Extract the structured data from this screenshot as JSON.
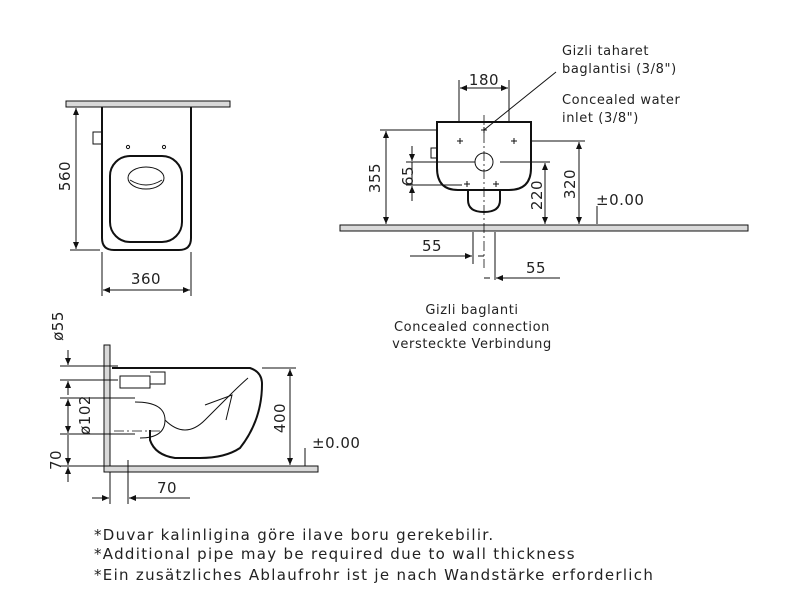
{
  "front_view": {
    "height_label": "560",
    "width_label": "360"
  },
  "rear_view": {
    "width_label": "180",
    "height_355": "355",
    "height_65": "65",
    "height_220": "220",
    "height_320": "320",
    "zero_label": "±0.00",
    "offset_left": "55",
    "offset_right": "55",
    "inlet_label_tr_1": "Gizli taharet",
    "inlet_label_tr_2": "baglantisi (3/8\")",
    "inlet_label_en_1": "Concealed water",
    "inlet_label_en_2": "inlet (3/8\")",
    "connection_tr": "Gizli baglanti",
    "connection_en": "Concealed connection",
    "connection_de": "versteckte Verbindung"
  },
  "side_view": {
    "dia_55": "ø55",
    "dia_102": "ø102",
    "height_70": "70",
    "height_400": "400",
    "zero_label": "±0.00",
    "width_70": "70"
  },
  "notes": [
    "*Duvar kalinligina göre ilave boru gerekebilir.",
    "*Additional pipe may be required due to wall thickness",
    "*Ein zusätzliches Ablaufrohr ist je nach Wandstärke erforderlich"
  ]
}
